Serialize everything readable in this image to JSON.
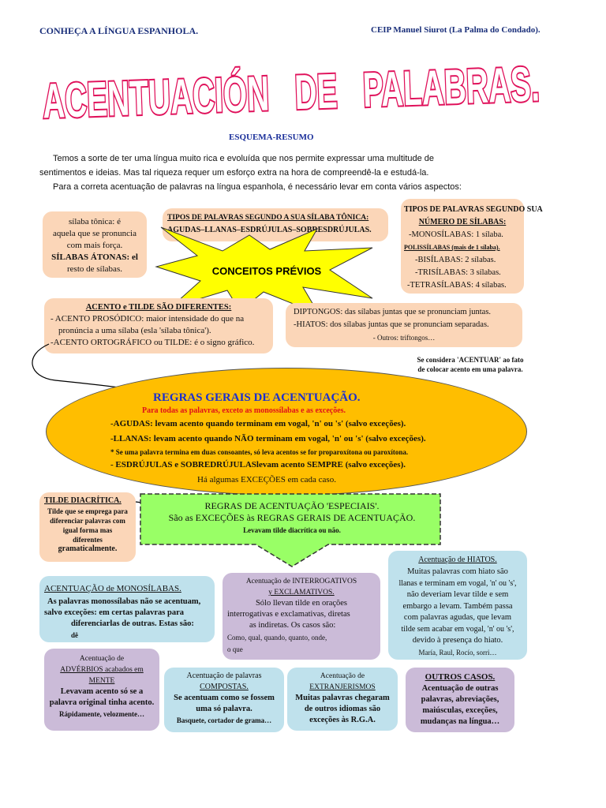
{
  "header": {
    "left": "CONHEÇA A LÍNGUA ESPANHOLA.",
    "right": "CEIP Manuel Siurot (La Palma do Condado)."
  },
  "title": "ACENTUACIÓN   DE   PALABRAS.",
  "subtitle": "ESQUEMA-RESUMO",
  "intro": [
    "Temos a sorte de ter uma língua muito rica e evoluída que nos permite expressar uma multitude de",
    "sentimentos e ideias. Mas tal riqueza requer um esforço extra na hora de compreendê-la e estudá-la.",
    "Para a correta acentuação de palavras na língua espanhola, é necessário levar em conta vários aspectos:"
  ],
  "silaba": {
    "l1": "sílaba tônica: é",
    "l2": "aquela que se pronuncia",
    "l3": "com mais força.",
    "l4": "SÍLABAS ÁTONAS: el",
    "l5": "resto de sílabas."
  },
  "tipos_tonica": {
    "title": "TIPOS DE PALAVRAS SEGUNDO A SUA SÍLABA TÔNICA:",
    "line": "AGUDAS–LLANAS–ESDRÚJULAS–SOBRESDRÚJULAS."
  },
  "tipos_numero": {
    "title1": "TIPOS DE PALAVRAS SEGUNDO SUA",
    "title2": "NÚMERO DE SÍLABAS:",
    "l1": "-MONOSÍLABAS: 1 sílaba.",
    "l2": "POLISSÍLABAS (mais de 1 sílaba).",
    "l3": "-BISÍLABAS: 2 sílabas.",
    "l4": "-TRISÍLABAS: 3 sílabas.",
    "l5": "-TETRASÍLABAS: 4 sílabas."
  },
  "star": "CONCEITOS PRÉVIOS",
  "acento": {
    "title": "ACENTO e TILDE SÃO DIFERENTES:",
    "l1": "- ACENTO PROSÓDICO: maior intensidade do que na",
    "l2": "pronúncia a uma sílaba (esla 'sílaba tônica').",
    "l3": "-ACENTO ORTOGRÁFICO ou TILDE: é o signo gráfico."
  },
  "ditongos": {
    "l1": "DIPTONGOS: das sílabas juntas que se pronunciam juntas.",
    "l2": "-HIATOS: dos sílabas juntas que se pronunciam separadas.",
    "l3": "- Outros: triftongos…"
  },
  "note": {
    "l1": "Se considera 'ACENTUAR' ao fato",
    "l2": "de colocar acento em uma palavra."
  },
  "regras": {
    "title": "REGRAS GERAIS DE ACENTUAÇÃO.",
    "sub": "Para todas as palavras, exceto as monossílabas e as exceções.",
    "l1": "-AGUDAS: levam acento quando terminam em vogal, 'n' ou 's' (salvo exceções).",
    "l2": "-LLANAS: levam acento quando NÃO terminam em vogal, 'n' ou 's' (salvo exceções).",
    "l3": "* Se uma palavra termina em duas consoantes, só leva acentos se for proparoxítona ou paroxítona.",
    "l4": "- ESDRÚJULAS e SOBREDRÚJULASlevam acento SEMPRE (salvo exceções).",
    "l5": "Há algumas EXCEÇÕES em cada caso."
  },
  "tilde": {
    "title": "TILDE DIACRÍTICA.",
    "l1": "Tilde que se emprega para",
    "l2": "diferenciar palavras com",
    "l3": "igual forma mas",
    "l4": "diferentes",
    "l5": "gramaticalmente."
  },
  "especiais": {
    "l1": "REGRAS  DE  ACENTUAÇÃO  'ESPECIAIS'.",
    "l2": "São as EXCEÇÕES às REGRAS GERAIS DE ACENTUAÇÃO.",
    "l3": "Levavam tilde diacrítica ou não."
  },
  "hiatos": {
    "title": "Acentuação de HIATOS.",
    "l1": "Muitas palavras com hiato são",
    "l2": "llanas e terminam em vogal, 'n' ou 's',",
    "l3": "não deveriam levar tilde e sem",
    "l4": "embargo a levam. Também passa",
    "l5": "com palavras agudas, que levam",
    "l6": "tilde sem acabar em vogal, 'n' ou 's',",
    "l7": "devido à presença do hiato.",
    "l8": "María, Raul, Rocío, sorri…"
  },
  "mono": {
    "title": "ACENTUAÇÃO de MONOSÍLABAS.",
    "l1": "As palavras monossílabas não se acentuam,",
    "l2": "salvo exceções: em certas palavras para",
    "l3": "diferenciarlas de outras. Estas são:",
    "l4": "dê"
  },
  "interrog": {
    "title1": "Acentuação de INTERROGATIVOS",
    "title2": "y EXCLAMATIVOS.",
    "l1": "Sólo llevan tilde en orações",
    "l2": "interrogativas e exclamativas, diretas",
    "l3": "as indiretas. Os casos são:",
    "l4": "Como, qual, quando, quanto, onde,",
    "l5": "o que"
  },
  "adverbios": {
    "t1": "Acentuação de",
    "t2": "ADVÉRBIOS acabados em",
    "t3": "MENTE",
    "l1": "Levavam acento só se a",
    "l2": "palavra original tinha acento.",
    "l3": "Rápidamente, velozmente…"
  },
  "compostas": {
    "t1": "Acentuação de palavras",
    "t2": "COMPOSTAS.",
    "l1": "Se acentuam como se fossem",
    "l2": "uma só palavra.",
    "l3": "Basquete, cortador de grama…"
  },
  "estrangeiros": {
    "t1": "Acentuação de",
    "t2": "EXTRANJERISMOS",
    "l1": "Muitas palavras chegaram",
    "l2": "de outros idiomas são",
    "l3": "exceções às R.G.A."
  },
  "outros": {
    "title": "OUTROS CASOS.",
    "l1": "Acentuação de outras",
    "l2": "palavras, abreviações,",
    "l3": "maiúsculas, exceções,",
    "l4": "mudanças na língua…"
  },
  "colors": {
    "title_fill": "#ffffff",
    "title_stroke": "#e0105a",
    "regras_fill": "#ffbe00",
    "especiais_fill": "#99ff66",
    "star_fill": "#ffff00",
    "header_text": "#1a2f7a"
  }
}
